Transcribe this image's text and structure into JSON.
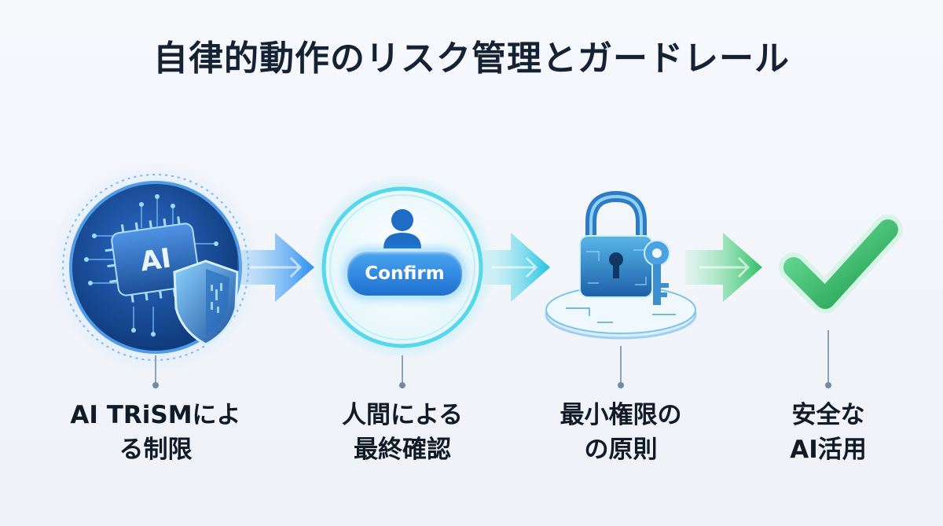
{
  "title": "自律的動作のリスク管理とガードレール",
  "colors": {
    "title": "#142233",
    "blue_dark": "#1f4f9a",
    "blue": "#2f7fe0",
    "cyan": "#2fd3e6",
    "green": "#2fbf63"
  },
  "steps": [
    {
      "icon": "ai-chip-shield-icon",
      "chip_text": "AI",
      "label_line1": "AI TRiSMによ",
      "label_line2": "る制限"
    },
    {
      "icon": "user-confirm-icon",
      "button_text": "Confirm",
      "label_line1": "人間による",
      "label_line2": "最終確認"
    },
    {
      "icon": "padlock-key-icon",
      "label_line1": "最小権限の",
      "label_line2": "の原則"
    },
    {
      "icon": "checkmark-icon",
      "label_line1": "安全な",
      "label_line2": "AI活用"
    }
  ]
}
